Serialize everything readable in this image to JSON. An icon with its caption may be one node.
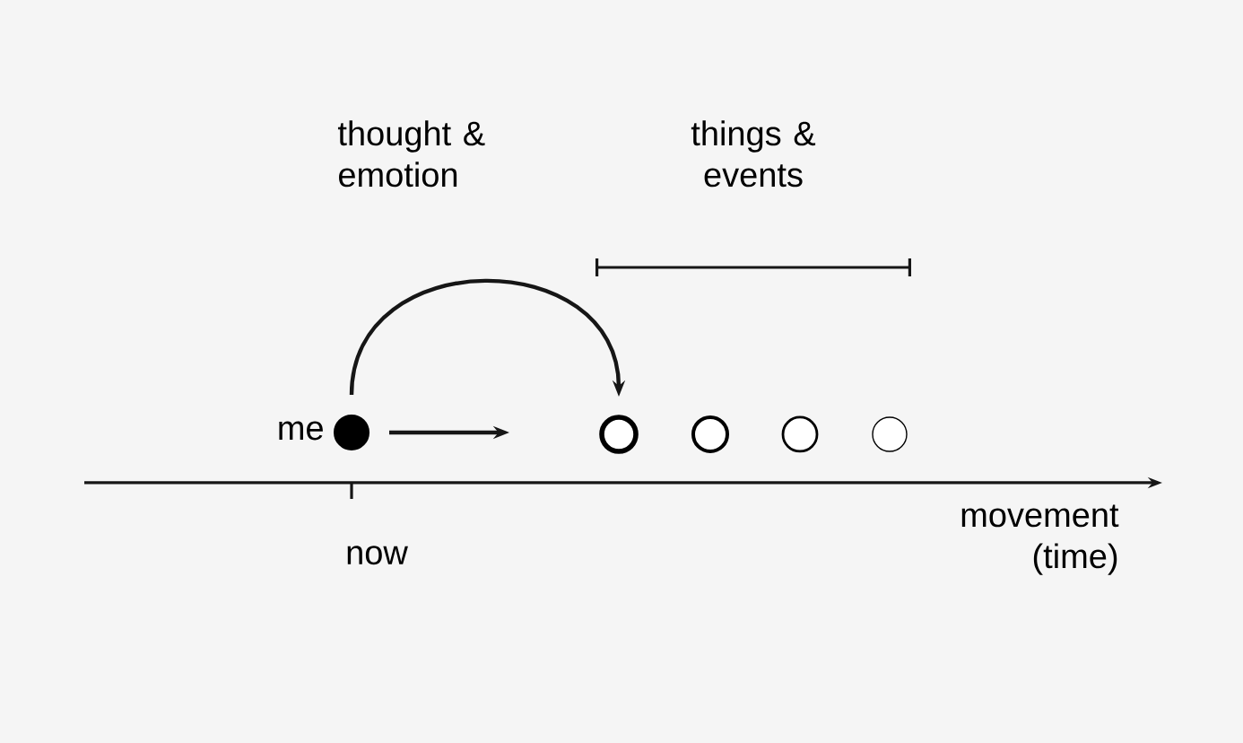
{
  "diagram": {
    "nodes": [
      {
        "text": [],
        "shape": "circle",
        "beside": [
          "me"
        ]
      },
      {
        "text": [],
        "shape": "circle"
      },
      {
        "text": [],
        "shape": "circle"
      },
      {
        "text": [],
        "shape": "circle"
      },
      {
        "text": [],
        "shape": "circle"
      }
    ],
    "edges": [
      {
        "from": 0,
        "to": 1,
        "arrow": "to",
        "label": "thought & emotion"
      },
      {
        "from": 0,
        "to": null,
        "arrow": "to"
      }
    ],
    "labels": [
      "things & events",
      "now",
      "movement (time)"
    ]
  }
}
